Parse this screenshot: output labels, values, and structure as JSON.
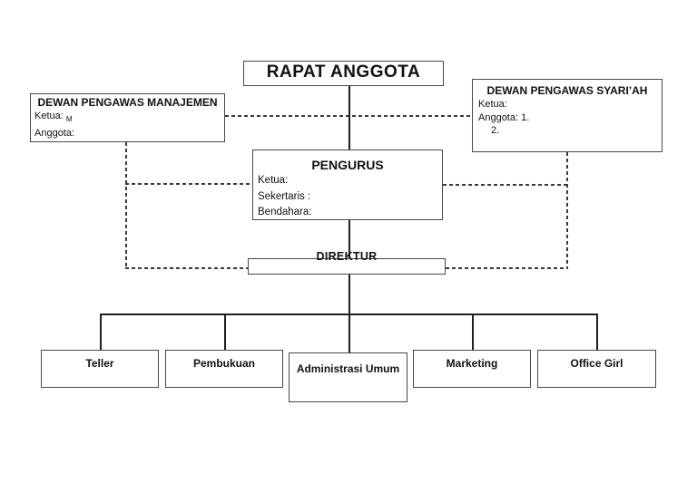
{
  "diagram": {
    "rapat_anggota": {
      "label": "RAPAT ANGGOTA"
    },
    "dewan_manajemen": {
      "title": "DEWAN PENGAWAS MANAJEMEN",
      "ketua_label": "Ketua:",
      "ketua_sub": "M",
      "anggota_label": "Anggota:"
    },
    "dewan_syariah": {
      "title": "DEWAN PENGAWAS SYARI’AH",
      "ketua_label": "Ketua:",
      "anggota_label": "Anggota: 1.",
      "anggota_2": "2."
    },
    "pengurus": {
      "title": "PENGURUS",
      "ketua_label": "Ketua:",
      "sekertaris_label": "Sekertaris :",
      "bendahara_label": "Bendahara:"
    },
    "direktur": {
      "label": "DIREKTUR"
    },
    "staff": [
      {
        "label": "Teller"
      },
      {
        "label": "Pembukuan"
      },
      {
        "label": "Administrasi Umum"
      },
      {
        "label": "Marketing"
      },
      {
        "label": "Office Girl"
      }
    ],
    "colors": {
      "box_border": "#3e4a5a",
      "solid_line": "#1f1f1f",
      "dashed_line": "#3a3a3a",
      "text": "#111111",
      "background": "#ffffff"
    }
  }
}
